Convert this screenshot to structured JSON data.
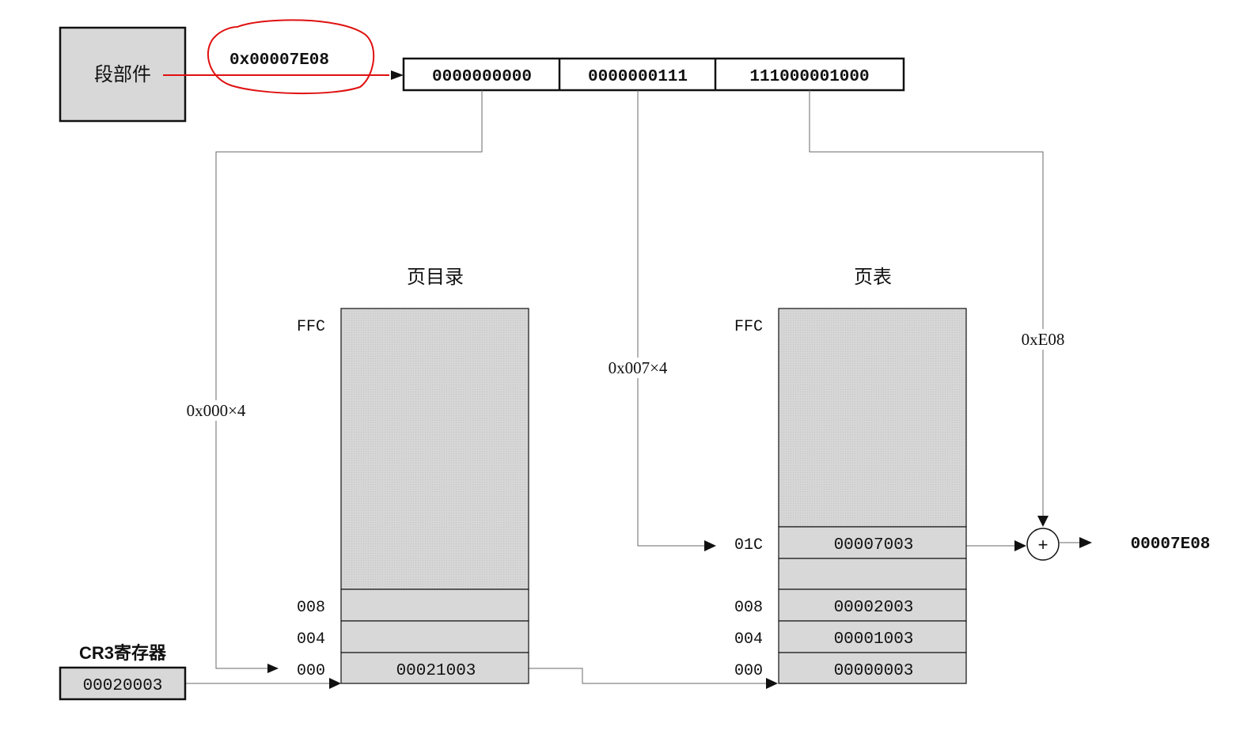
{
  "segment_unit": {
    "label": "段部件"
  },
  "linear_address": {
    "value": "0x00007E08",
    "fields": [
      "0000000000",
      "0000000111",
      "111000001000"
    ]
  },
  "page_directory": {
    "title": "页目录",
    "offsets": [
      "FFC",
      "008",
      "004",
      "000"
    ],
    "entry_000": "00021003",
    "index_label": "0x000×4"
  },
  "page_table": {
    "title": "页表",
    "offsets": [
      "FFC",
      "01C",
      "008",
      "004",
      "000"
    ],
    "entries": {
      "e01C": "00007003",
      "e008": "00002003",
      "e004": "00001003",
      "e000": "00000003"
    },
    "index_label": "0x007×4"
  },
  "offset_label": "0xE08",
  "adder_symbol": "+",
  "physical_address": "00007E08",
  "cr3": {
    "label": "CR3寄存器",
    "value": "00020003"
  },
  "colors": {
    "annotation": "#e01010",
    "cell_fill": "#d8d8d8",
    "line": "#6a6a6a"
  }
}
